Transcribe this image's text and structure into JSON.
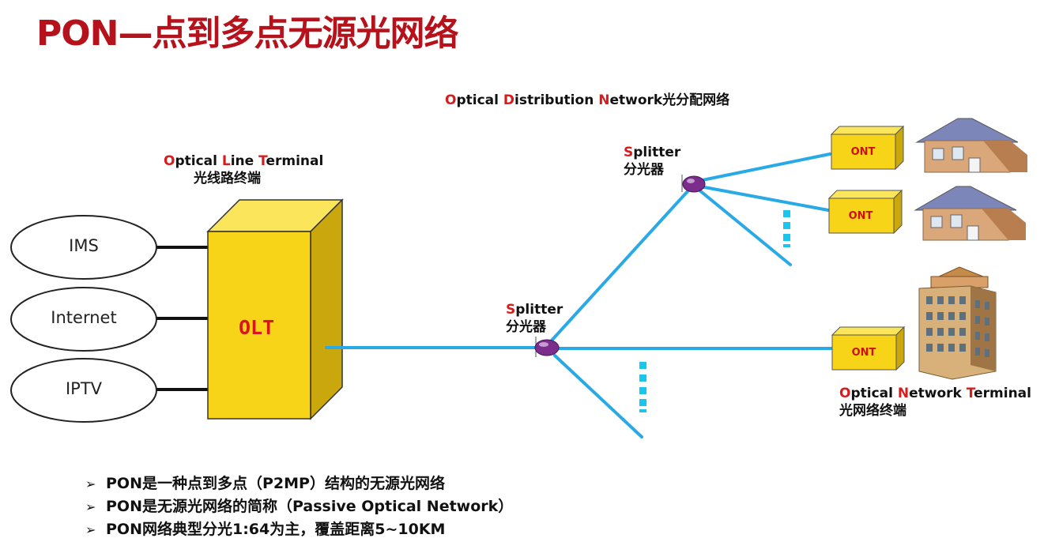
{
  "title": "PON—点到多点无源光网络",
  "odn_label": {
    "o": "O",
    "ptical": "ptical ",
    "d": "D",
    "istribution": "istribution ",
    "n": "N",
    "etwork": "etwork光分配网络"
  },
  "olt_label": {
    "o": "O",
    "ptical": "ptical ",
    "l": "L",
    "ine": "ine ",
    "t": "T",
    "erminal": "erminal",
    "cn": "光线路终端"
  },
  "splitter_top": {
    "s": "S",
    "plitter": "plitter",
    "cn": "分光器"
  },
  "splitter_mid": {
    "s": "S",
    "plitter": "plitter",
    "cn": "分光器"
  },
  "ont_label": {
    "o": "O",
    "ptical": "ptical ",
    "n": "N",
    "etwork": "etwork ",
    "t": "T",
    "erminal": "erminal",
    "cn": "光网络终端"
  },
  "services": [
    "IMS",
    "Internet",
    "IPTV"
  ],
  "olt_box": "OLT",
  "ont_boxes": [
    "ONT",
    "ONT",
    "ONT"
  ],
  "bullets": [
    "PON是一种点到多点（P2MP）结构的无源光网络",
    "PON是无源光网络的简称（Passive Optical Network）",
    "PON网络典型分光1:64为主，覆盖距离5~10KM"
  ],
  "bullet_marker": "➢",
  "colors": {
    "title": "#b5121b",
    "accent_letter": "#d81b1b",
    "fiber": "#29a9e6",
    "box_yellow": "#f7d418",
    "splitter": "#7a2d8a"
  }
}
